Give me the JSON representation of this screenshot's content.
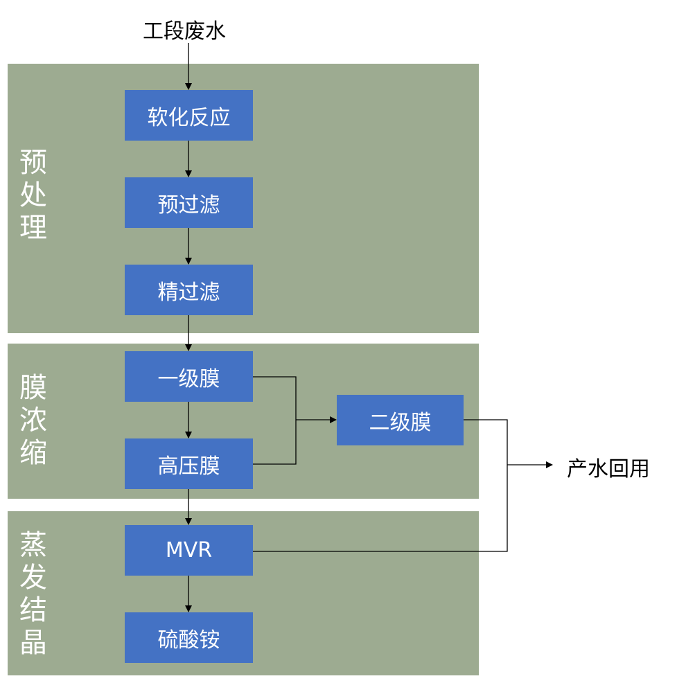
{
  "diagram": {
    "input_label": "工段废水",
    "output_label": "产水回用",
    "stages": {
      "pretreatment": {
        "label": "预\n处\n理",
        "nodes": {
          "softening": "软化反应",
          "prefilter": "预过滤",
          "finefilter": "精过滤"
        }
      },
      "membrane": {
        "label": "膜\n浓\n缩",
        "nodes": {
          "primary": "一级膜",
          "highpressure": "高压膜"
        }
      },
      "evaporation": {
        "label": "蒸\n发\n结\n晶",
        "nodes": {
          "mvr": "MVR",
          "ammonium_sulfate": "硫酸铵"
        }
      }
    },
    "secondary_membrane": "二级膜",
    "colors": {
      "stage_background": "#9dab91",
      "process_box": "#4472c4",
      "box_text": "#ffffff",
      "connector": "#000000"
    }
  }
}
